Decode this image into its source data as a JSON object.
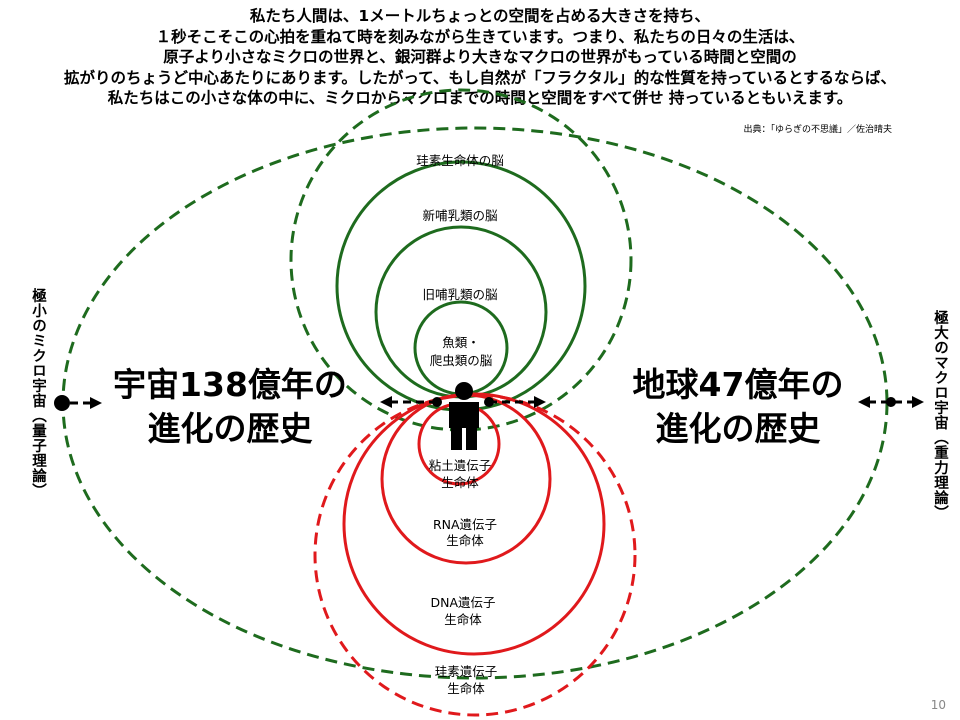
{
  "intro": {
    "lines": [
      "私たち人間は、1メートルちょっとの空間を占める大きさを持ち、",
      "１秒そこそこの心拍を重ねて時を刻みながら生きています。つまり、私たちの日々の生活は、",
      "原子より小さなミクロの世界と、銀河群より大きなマクロの世界がもっている時間と空間の",
      "拡がりのちょうど中心あたりにあります。したがって、もし自然が「フラクタル」的な性質を持っているとするならば、",
      "私たちはこの小さな体の中に、ミクロからマクロまでの時間と空間をすべて併せ 持っているともいえます。"
    ],
    "source": "出典：「ゆらぎの不思議」／佐治晴夫"
  },
  "side_labels": {
    "left": "極小のミクロ宇宙（量子理論）",
    "right": "極大のマクロ宇宙（重力理論）"
  },
  "center_texts": {
    "left": [
      "宇宙138億年の",
      "進化の歴史"
    ],
    "right": [
      "地球47億年の",
      "進化の歴史"
    ]
  },
  "brains": [
    {
      "lines": [
        "珪素生命体の脳"
      ],
      "style": "dashed"
    },
    {
      "lines": [
        "新哺乳類の脳"
      ],
      "style": "solid"
    },
    {
      "lines": [
        "旧哺乳類の脳"
      ],
      "style": "solid"
    },
    {
      "lines": [
        "魚類・",
        "爬虫類の脳"
      ],
      "style": "solid"
    }
  ],
  "genes": [
    {
      "lines": [
        "粘土遺伝子",
        "生命体"
      ],
      "style": "solid"
    },
    {
      "lines": [
        "RNA遺伝子",
        "生命体"
      ],
      "style": "solid"
    },
    {
      "lines": [
        "DNA遺伝子",
        "生命体"
      ],
      "style": "solid"
    },
    {
      "lines": [
        "珪素遺伝子",
        "生命体"
      ],
      "style": "dashed"
    }
  ],
  "colors": {
    "brain": "#1e6b1e",
    "gene": "#e0191c",
    "outer": "#1e6b1e",
    "text": "#000000"
  },
  "page_number": "10"
}
